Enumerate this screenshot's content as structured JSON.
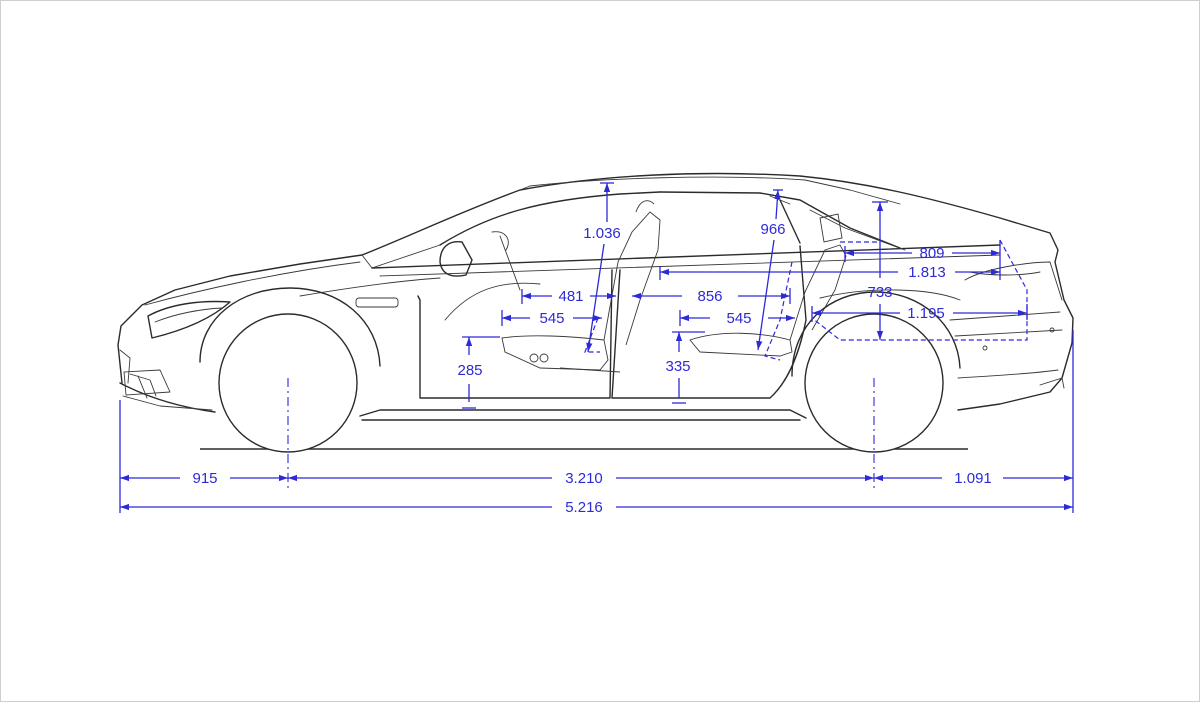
{
  "dimensions": {
    "front_overhang": "915",
    "wheelbase": "3.210",
    "rear_overhang": "1.091",
    "overall_length": "5.216",
    "front_headroom": "1.036",
    "rear_headroom": "966",
    "rear_seat_to_trunk": "809",
    "front_seat_to_trunk": "1.813",
    "front_seat_cushion_length": "481",
    "rear_legroom": "856",
    "front_seat_depth": "545",
    "rear_seat_depth": "545",
    "front_seat_height": "285",
    "rear_seat_height": "335",
    "trunk_height": "733",
    "trunk_length": "1.195"
  },
  "colors": {
    "dimension_lines": "#2d2ad8",
    "car_outline": "#2b2b2b",
    "frame_border": "#cfcfcf"
  }
}
